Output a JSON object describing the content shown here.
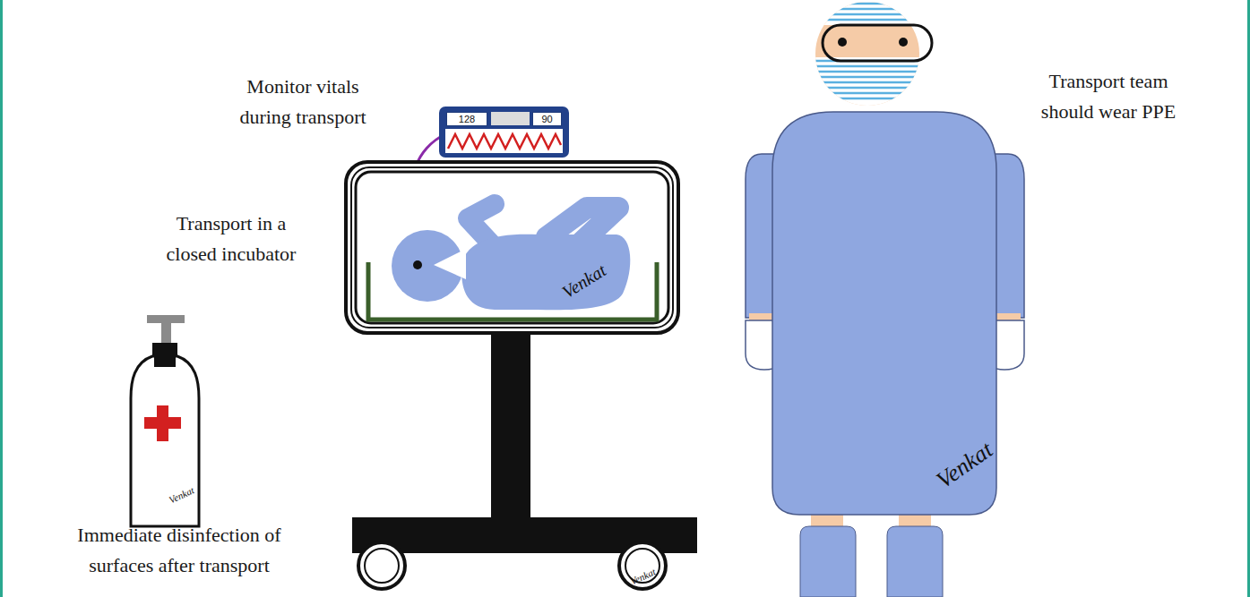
{
  "diagram": {
    "nodes": [
      {
        "text": [
          "128"
        ]
      },
      {
        "text": [
          "90"
        ]
      }
    ],
    "labels": [
      "Monitor vitals during transport",
      "Transport in a closed incubator",
      "Transport team should wear PPE",
      "Immediate disinfection of surfaces after transport",
      "Venkat",
      "Venkat",
      "Venkat",
      "Venkat"
    ]
  }
}
